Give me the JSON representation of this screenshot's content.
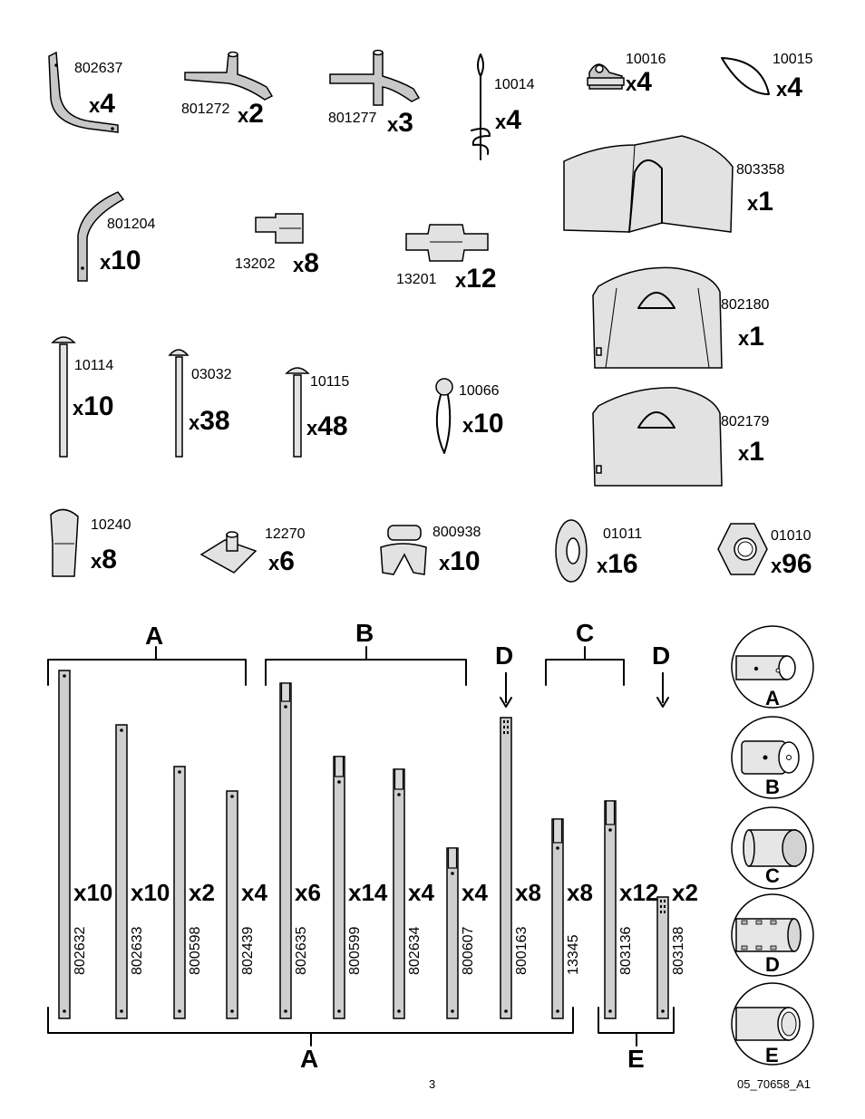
{
  "parts": [
    {
      "pn": "802637",
      "qty": "4"
    },
    {
      "pn": "801272",
      "qty": "2"
    },
    {
      "pn": "801277",
      "qty": "3"
    },
    {
      "pn": "10014",
      "qty": "4"
    },
    {
      "pn": "10016",
      "qty": "4"
    },
    {
      "pn": "10015",
      "qty": "4"
    },
    {
      "pn": "803358",
      "qty": "1"
    },
    {
      "pn": "801204",
      "qty": "10"
    },
    {
      "pn": "13202",
      "qty": "8"
    },
    {
      "pn": "13201",
      "qty": "12"
    },
    {
      "pn": "802180",
      "qty": "1"
    },
    {
      "pn": "10114",
      "qty": "10"
    },
    {
      "pn": "03032",
      "qty": "38"
    },
    {
      "pn": "10115",
      "qty": "48"
    },
    {
      "pn": "10066",
      "qty": "10"
    },
    {
      "pn": "802179",
      "qty": "1"
    },
    {
      "pn": "10240",
      "qty": "8"
    },
    {
      "pn": "12270",
      "qty": "6"
    },
    {
      "pn": "800938",
      "qty": "10"
    },
    {
      "pn": "01011",
      "qty": "16"
    },
    {
      "pn": "01010",
      "qty": "96"
    }
  ],
  "qty_prefix": "x",
  "tubes": [
    {
      "pn": "802632",
      "qty": "x10"
    },
    {
      "pn": "802633",
      "qty": "x10"
    },
    {
      "pn": "800598",
      "qty": "x2"
    },
    {
      "pn": "802439",
      "qty": "x4"
    },
    {
      "pn": "802635",
      "qty": "x6"
    },
    {
      "pn": "800599",
      "qty": "x14"
    },
    {
      "pn": "802634",
      "qty": "x4"
    },
    {
      "pn": "800607",
      "qty": "x4"
    },
    {
      "pn": "800163",
      "qty": "x8"
    },
    {
      "pn": "13345",
      "qty": "x8"
    },
    {
      "pn": "803136",
      "qty": "x12"
    },
    {
      "pn": "803138",
      "qty": "x2"
    }
  ],
  "groups": {
    "top_a": "A",
    "top_b": "B",
    "top_d1": "D",
    "top_c": "C",
    "top_d2": "D",
    "bottom_a": "A",
    "bottom_e": "E"
  },
  "tube_end_types": [
    "A",
    "B",
    "C",
    "D",
    "E"
  ],
  "footer": {
    "page_number": "3",
    "doc_code": "05_70658_A1"
  }
}
